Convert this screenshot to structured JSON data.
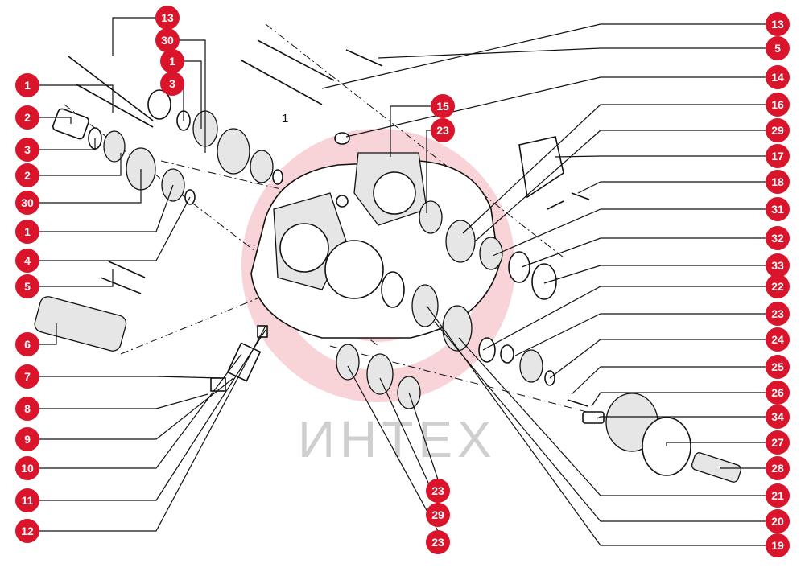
{
  "watermark": {
    "text": "ИНТЕХ",
    "color": "#d9142b"
  },
  "plain_label": "1",
  "callouts_left": [
    "13",
    "30",
    "1",
    "3",
    "1",
    "2",
    "3",
    "2",
    "30",
    "1",
    "4",
    "5",
    "6",
    "7",
    "8",
    "9",
    "10",
    "11",
    "12"
  ],
  "callouts_right": [
    "13",
    "5",
    "14",
    "15",
    "16",
    "23",
    "29",
    "17",
    "18",
    "31",
    "32",
    "33",
    "22",
    "23",
    "24",
    "25",
    "26",
    "34",
    "27",
    "28",
    "21",
    "20",
    "19"
  ],
  "callouts_bottom": [
    "23",
    "29",
    "23"
  ],
  "colors": {
    "callout": "#d9142b",
    "line": "#111111"
  }
}
